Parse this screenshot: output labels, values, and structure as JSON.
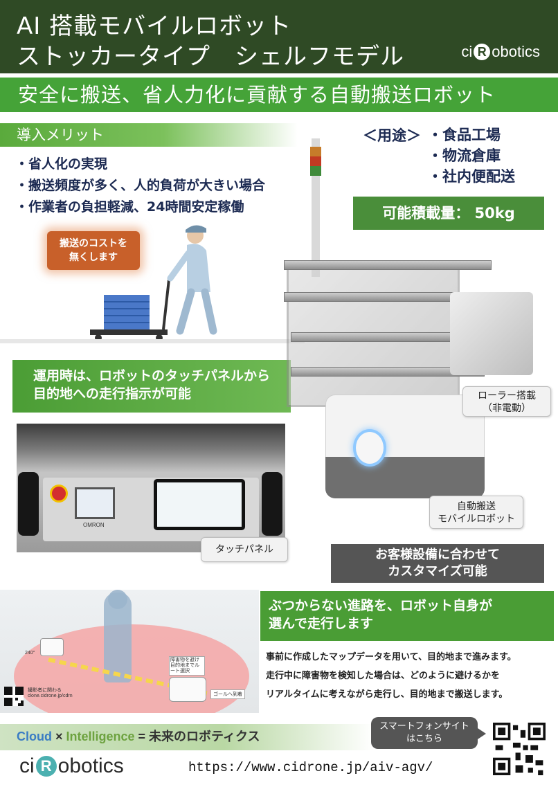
{
  "header": {
    "title_line1": "AI 搭載モバイルロボット",
    "title_line2": "ストッカータイプ　シェルフモデル",
    "logo_prefix": "ci",
    "logo_mark": "R",
    "logo_suffix": "obotics"
  },
  "tagline": "安全に搬送、省人力化に貢献する自動搬送ロボット",
  "merits": {
    "heading": "導入メリット",
    "items": [
      "・省人化の実現",
      "・搬送頻度が多く、人的負荷が大きい場合",
      "・作業者の負担軽減、24時間安定稼働"
    ]
  },
  "usage": {
    "label": "＜用途＞",
    "items": [
      "・食品工場",
      "・物流倉庫",
      "・社内便配送"
    ]
  },
  "capacity": "可能積載量：  50kg",
  "cost_badge": {
    "line1": "搬送のコストを",
    "line2": "無くします"
  },
  "touch_note": {
    "line1": "運用時は、ロボットのタッチパネルから",
    "line2": "目的地への走行指示が可能"
  },
  "panel_brand": "OMRON",
  "touch_label": "タッチパネル",
  "roller_label": {
    "line1": "ローラー搭載",
    "line2": "（非電動）"
  },
  "agv_label": {
    "line1": "自動搬送",
    "line2": "モバイルロボット"
  },
  "custom": {
    "line1": "お客様設備に合わせて",
    "line2": "カスタマイズ可能"
  },
  "scene": {
    "angle": "240°",
    "detect_note": "障害物を避け目的地までルート選択",
    "goal_note": "ゴールへ到着",
    "qr_caption": "撮影者に関わるclone.cidrone.jp/cdrn"
  },
  "avoid": {
    "head_line1": "ぶつからない進路を、ロボット自身が",
    "head_line2": "選んで走行します",
    "body": [
      "事前に作成したマップデータを用いて、目的地まで進みます。",
      "走行中に障害物を検知した場合は、どのように避けるかを",
      "リアルタイムに考えながら走行し、目的地まで搬送します。"
    ]
  },
  "footer": {
    "cloud": "Cloud",
    "times": " × ",
    "intelligence": "Intelligence",
    "equals": " = 未来のロボティクス",
    "sp_line1": "スマートフォンサイト",
    "sp_line2": "はこちら",
    "url": "https://www.cidrone.jp/aiv-agv/"
  },
  "colors": {
    "header_bg": "#2f4a25",
    "green": "#45a338",
    "navy_text": "#1c2a52",
    "gray_box": "#555555"
  }
}
